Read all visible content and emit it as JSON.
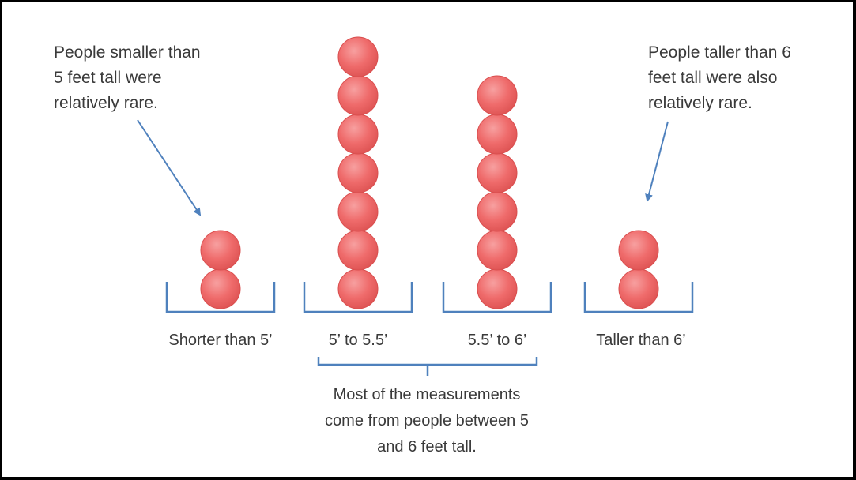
{
  "notes": {
    "left": "People smaller than\n5 feet tall were\nrelatively rare.",
    "right": "People taller than 6\nfeet tall were also\nrelatively rare."
  },
  "bins": [
    {
      "label": "Shorter than 5’",
      "count": 2
    },
    {
      "label": "5’ to 5.5’",
      "count": 7
    },
    {
      "label": "5.5’ to 6’",
      "count": 6
    },
    {
      "label": "Taller than 6’",
      "count": 2
    }
  ],
  "summary": "Most of the measurements\ncome from people between 5\nand 6 feet tall.",
  "colors": {
    "ball": "#ef6b6b",
    "ball_edge": "#d94e4e",
    "bracket": "#4f81bd",
    "text": "#3a3a3a"
  }
}
